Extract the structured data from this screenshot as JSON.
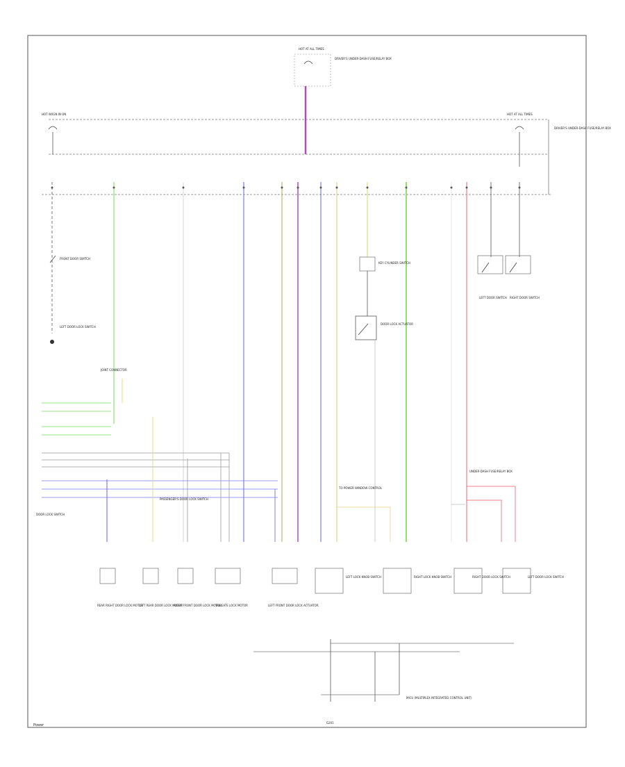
{
  "diagram": {
    "figure_id": "Power",
    "ground_label": "G201",
    "labels": {
      "top_fuse_box": "HOT AT ALL TIMES",
      "top_fuse_desc": "DRIVER'S UNDER-DASH FUSE/RELAY BOX",
      "left_bus": "HOT W/IGN IN ON",
      "right_bus": "HOT AT ALL TIMES",
      "right_fuse_desc": "DRIVER'S UNDER-DASH FUSE/RELAY BOX",
      "door_lock_actuator": "DOOR LOCK ACTUATOR",
      "left_door_lock_switch": "LEFT DOOR LOCK SWITCH",
      "key_cylinder_switch": "KEY CYLINDER SWITCH",
      "front_door_switch": "FRONT DOOR SWITCH",
      "left_rear_door_switch": "LEFT DOOR SWITCH",
      "right_rear_door_switch": "RIGHT DOOR SWITCH",
      "multiplex_unit": "MICU (MULTIPLEX INTEGRATED CONTROL UNIT)",
      "connector_block": "JOINT CONNECTOR",
      "rear_left_motor": "REAR RIGHT DOOR LOCK MOTOR",
      "rear_right_motor": "LEFT REAR DOOR LOCK MOTOR",
      "front_right_motor": "RIGHT FRONT DOOR LOCK MOTOR",
      "tailgate_motor": "TAILGATE LOCK MOTOR",
      "front_left_motor": "LEFT FRONT DOOR LOCK ACTUATOR",
      "passenger_lock_switch": "PASSENGER'S DOOR LOCK SWITCH",
      "left_lock_knob_switch": "LEFT LOCK KNOB SWITCH",
      "right_lock_knob_switch": "RIGHT LOCK KNOB SWITCH",
      "right_door_lock_switch": "RIGHT DOOR LOCK SWITCH",
      "left_door_lock_sw2": "LEFT DOOR LOCK SWITCH",
      "to_power_window": "TO POWER WINDOW CONTROL",
      "ground_switch": "DOOR LOCK SWITCH",
      "side_block": "UNDER-DASH FUSE/RELAY BOX"
    },
    "wire_colors": {
      "black": "#555555",
      "green": "#6fdc5a",
      "blue": "#7b7bf0",
      "yellow": "#e0e07a",
      "olive": "#b8b870",
      "purple": "#b04ac0",
      "tan": "#e6cf8c",
      "pink": "#f07f8a",
      "gray": "#9a9a9a",
      "lightgreen": "#b6e88e"
    }
  }
}
